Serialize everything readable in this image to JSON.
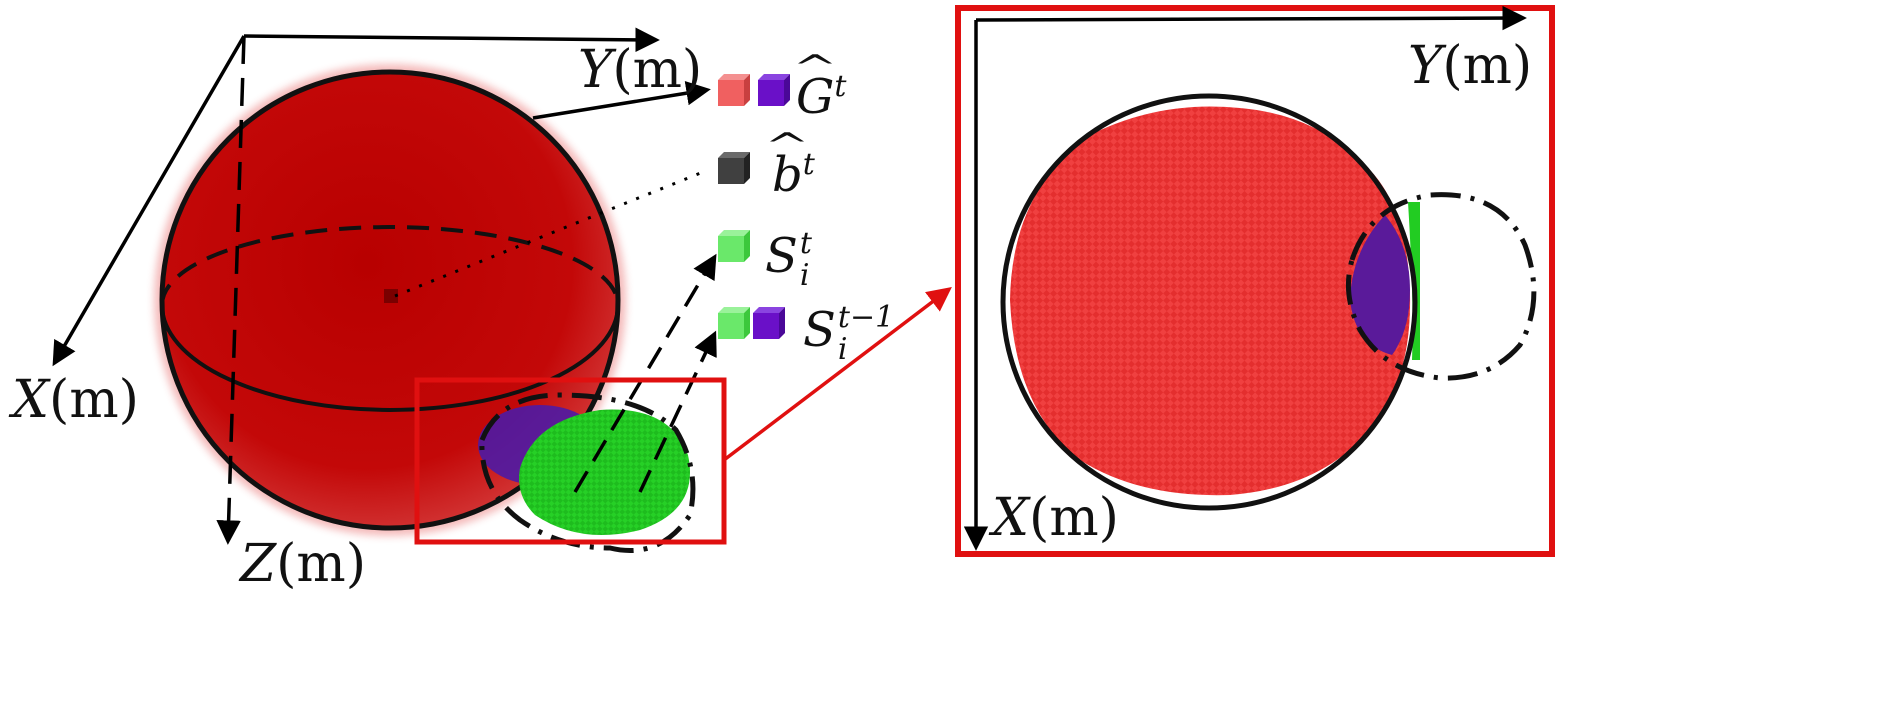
{
  "left_panel": {
    "axis_y": {
      "var": "Y",
      "unit": "(m)"
    },
    "axis_x": {
      "var": "X",
      "unit": "(m)"
    },
    "axis_z": {
      "var": "Z",
      "unit": "(m)"
    }
  },
  "legend": {
    "G_hat": {
      "symbol": "G",
      "sup": "t",
      "colors": [
        "#f06060",
        "#6a10c8"
      ]
    },
    "b_hat": {
      "symbol": "b",
      "sup": "t",
      "colors": [
        "#404040"
      ]
    },
    "S_t": {
      "symbol": "S",
      "sup": "t",
      "sub": "i",
      "colors": [
        "#6ae86a"
      ]
    },
    "S_t_minus_1": {
      "symbol": "S",
      "sup": "t−1",
      "sub": "i",
      "colors": [
        "#6ae86a",
        "#6a10c8"
      ]
    }
  },
  "right_panel": {
    "axis_y": {
      "var": "Y",
      "unit": "(m)"
    },
    "axis_x": {
      "var": "X",
      "unit": "(m)"
    }
  },
  "colors": {
    "sphere_red": "#c80a0a",
    "top_view_red": "#f03c3c",
    "green": "#22cc22",
    "purple": "#5a1a9a",
    "zoom_box": "#e01010"
  }
}
